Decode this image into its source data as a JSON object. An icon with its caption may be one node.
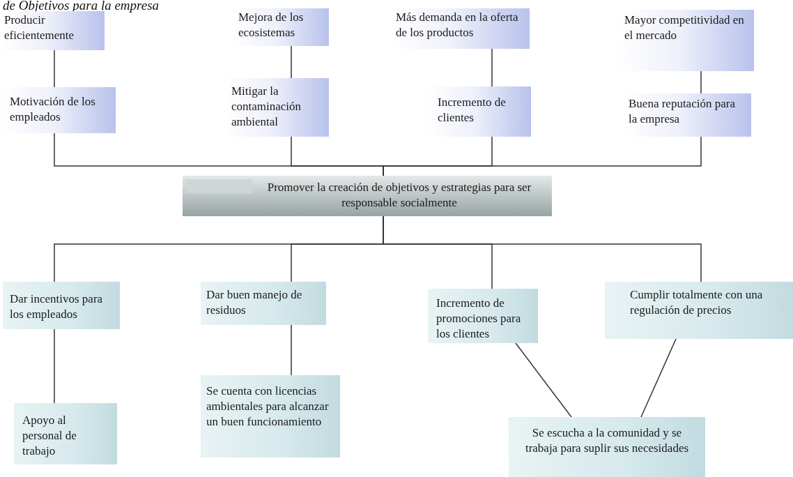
{
  "diagram": {
    "title": "de Objetivos para la empresa",
    "nodes": [
      {
        "text": [
          "Producir eficientemente"
        ]
      },
      {
        "text": [
          "Motivación de los empleados"
        ]
      },
      {
        "text": [
          "Mejora de los ecosistemas"
        ]
      },
      {
        "text": [
          "Mitigar la contaminación ambiental"
        ]
      },
      {
        "text": [
          "Más demanda en la oferta de los productos"
        ]
      },
      {
        "text": [
          "Incremento de clientes"
        ]
      },
      {
        "text": [
          "Mayor competitividad en el mercado"
        ]
      },
      {
        "text": [
          "Buena reputación para la empresa"
        ]
      },
      {
        "text": [
          "Promover  la creación de objetivos y estrategias para ser responsable socialmente"
        ]
      },
      {
        "text": [
          "Dar incentivos para los empleados"
        ]
      },
      {
        "text": [
          "Dar buen manejo de residuos"
        ]
      },
      {
        "text": [
          "Incremento de promociones para los clientes"
        ]
      },
      {
        "text": [
          "Cumplir totalmente con una regulación de precios"
        ]
      },
      {
        "text": [
          "Apoyo al personal de trabajo"
        ]
      },
      {
        "text": [
          "Se cuenta  con licencias ambientales para alcanzar un buen funcionamiento"
        ]
      },
      {
        "text": [
          "Se escucha  a la comunidad y se trabaja para suplir  sus necesidades"
        ]
      }
    ],
    "edges": [
      {
        "from": 0,
        "to": 1,
        "arrow": "none"
      },
      {
        "from": 2,
        "to": 3,
        "arrow": "none"
      },
      {
        "from": 4,
        "to": 5,
        "arrow": "none"
      },
      {
        "from": 6,
        "to": 7,
        "arrow": "none"
      },
      {
        "from": 1,
        "to": 8,
        "arrow": "none"
      },
      {
        "from": 3,
        "to": 8,
        "arrow": "none"
      },
      {
        "from": 5,
        "to": 8,
        "arrow": "none"
      },
      {
        "from": 7,
        "to": 8,
        "arrow": "none"
      },
      {
        "from": 8,
        "to": 9,
        "arrow": "none"
      },
      {
        "from": 8,
        "to": 10,
        "arrow": "none"
      },
      {
        "from": 8,
        "to": 11,
        "arrow": "none"
      },
      {
        "from": 8,
        "to": 12,
        "arrow": "none"
      },
      {
        "from": 9,
        "to": 13,
        "arrow": "none"
      },
      {
        "from": 10,
        "to": 14,
        "arrow": "none"
      },
      {
        "from": 11,
        "to": 15,
        "arrow": "none"
      },
      {
        "from": 12,
        "to": 15,
        "arrow": "none"
      }
    ]
  }
}
